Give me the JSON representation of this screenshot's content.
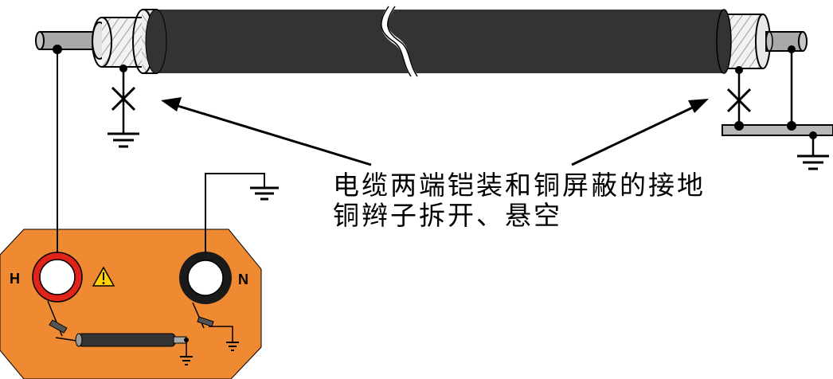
{
  "annotation": {
    "line1": "电缆两端铠装和铜屏蔽的接地",
    "line2": "铜辫子拆开、悬空"
  },
  "instrument": {
    "terminal_h_label": "H",
    "terminal_n_label": "N",
    "warning_icon": "warning-triangle-icon"
  },
  "colors": {
    "panel": "#F08A32",
    "terminal_h_ring": "#E2231A",
    "terminal_n_ring": "#1a1a1a",
    "cable_jacket": "#333333",
    "conductor": "#a8a8a8",
    "warning_fill": "#FFD200"
  }
}
